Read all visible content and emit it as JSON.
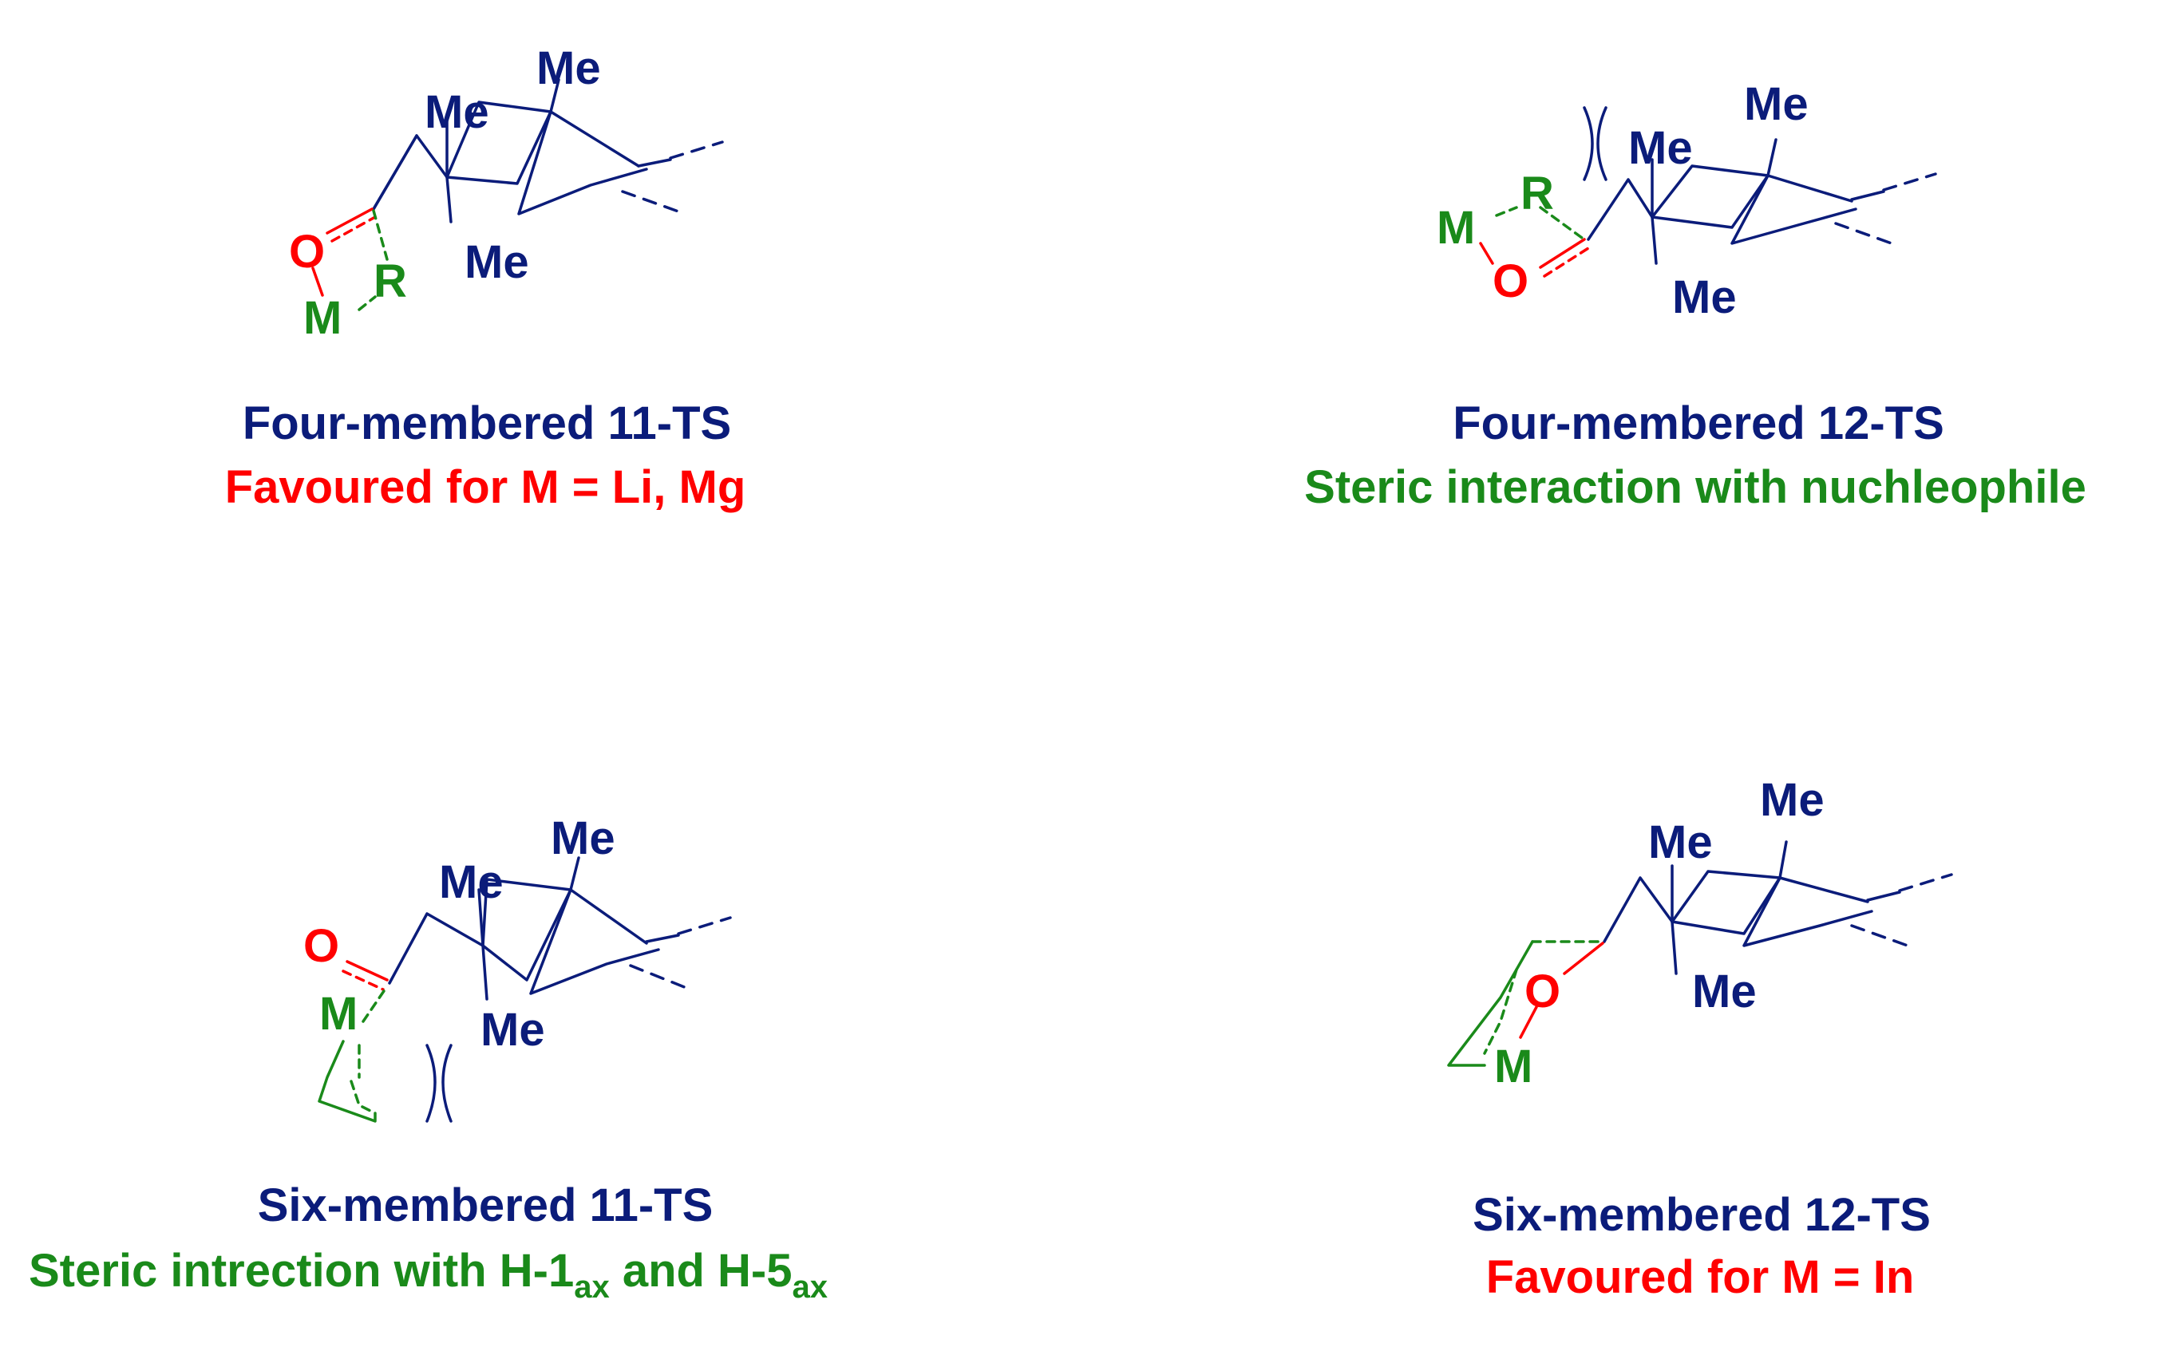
{
  "colors": {
    "skeleton": "#0b1c7a",
    "reactive": "#ff0000",
    "nucleophile": "#1a8a1a",
    "background": "#ffffff"
  },
  "atoms": {
    "methyl": "Me",
    "oxygen": "O",
    "metal": "M",
    "group": "R"
  },
  "panels": [
    {
      "title": "Four-membered 11-TS",
      "note": "Favoured for M = Li, Mg",
      "note_color": "red"
    },
    {
      "title": "Four-membered 12-TS",
      "note": "Steric interaction with nuchleophile",
      "note_color": "green"
    },
    {
      "title": "Six-membered 11-TS",
      "note_parts": [
        "Steric intrection with H-1",
        "ax",
        " and H-5",
        "ax"
      ],
      "note_color": "green"
    },
    {
      "title": "Six-membered 12-TS",
      "note": "Favoured for M = In",
      "note_color": "red"
    }
  ]
}
